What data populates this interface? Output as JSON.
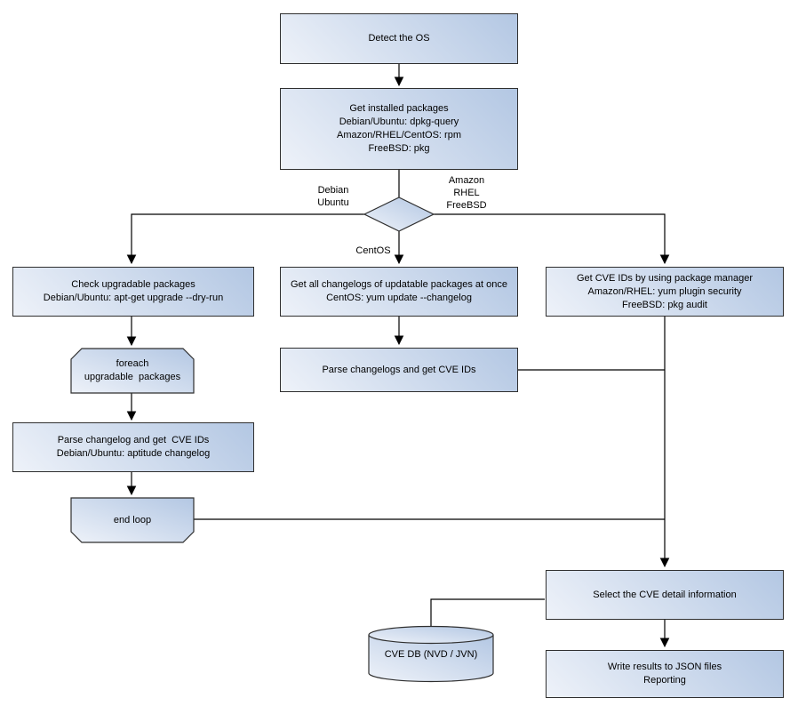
{
  "colors": {
    "node_fill_light": "#eef2f9",
    "node_fill_dark": "#b3c7e3",
    "node_border": "#2f2f2f",
    "connector": "#000000"
  },
  "nodes": {
    "detect_os": {
      "lines": [
        "Detect the OS"
      ]
    },
    "get_installed": {
      "lines": [
        "Get installed packages",
        "Debian/Ubuntu: dpkg-query",
        "Amazon/RHEL/CentOS: rpm",
        "FreeBSD: pkg"
      ]
    },
    "check_upgradable": {
      "lines": [
        "Check upgradable packages",
        "Debian/Ubuntu: apt-get upgrade --dry-run"
      ]
    },
    "get_changelogs": {
      "lines": [
        "Get all changelogs of updatable packages at once",
        "CentOS: yum update --changelog"
      ]
    },
    "get_cve_ids": {
      "lines": [
        "Get CVE IDs by using package manager",
        "Amazon/RHEL: yum plugin security",
        "FreeBSD: pkg audit"
      ]
    },
    "foreach_loop": {
      "lines": [
        "foreach",
        "upgradable  packages"
      ]
    },
    "parse_changelog": {
      "lines": [
        "Parse changelog and get  CVE IDs",
        "Debian/Ubuntu: aptitude changelog"
      ]
    },
    "parse_changelogs": {
      "lines": [
        "Parse changelogs and get CVE IDs"
      ]
    },
    "end_loop": {
      "lines": [
        "end loop"
      ]
    },
    "select_cve": {
      "lines": [
        "Select the CVE detail information"
      ]
    },
    "write_results": {
      "lines": [
        "Write results to JSON files",
        "Reporting"
      ]
    },
    "cve_db": {
      "lines": [
        "CVE DB (NVD / JVN)"
      ]
    }
  },
  "edge_labels": {
    "debian_ubuntu": {
      "lines": [
        "Debian",
        "Ubuntu"
      ]
    },
    "amazon_rhel_freebsd": {
      "lines": [
        "Amazon",
        "RHEL",
        "FreeBSD"
      ]
    },
    "centos": {
      "lines": [
        "CentOS"
      ]
    }
  }
}
